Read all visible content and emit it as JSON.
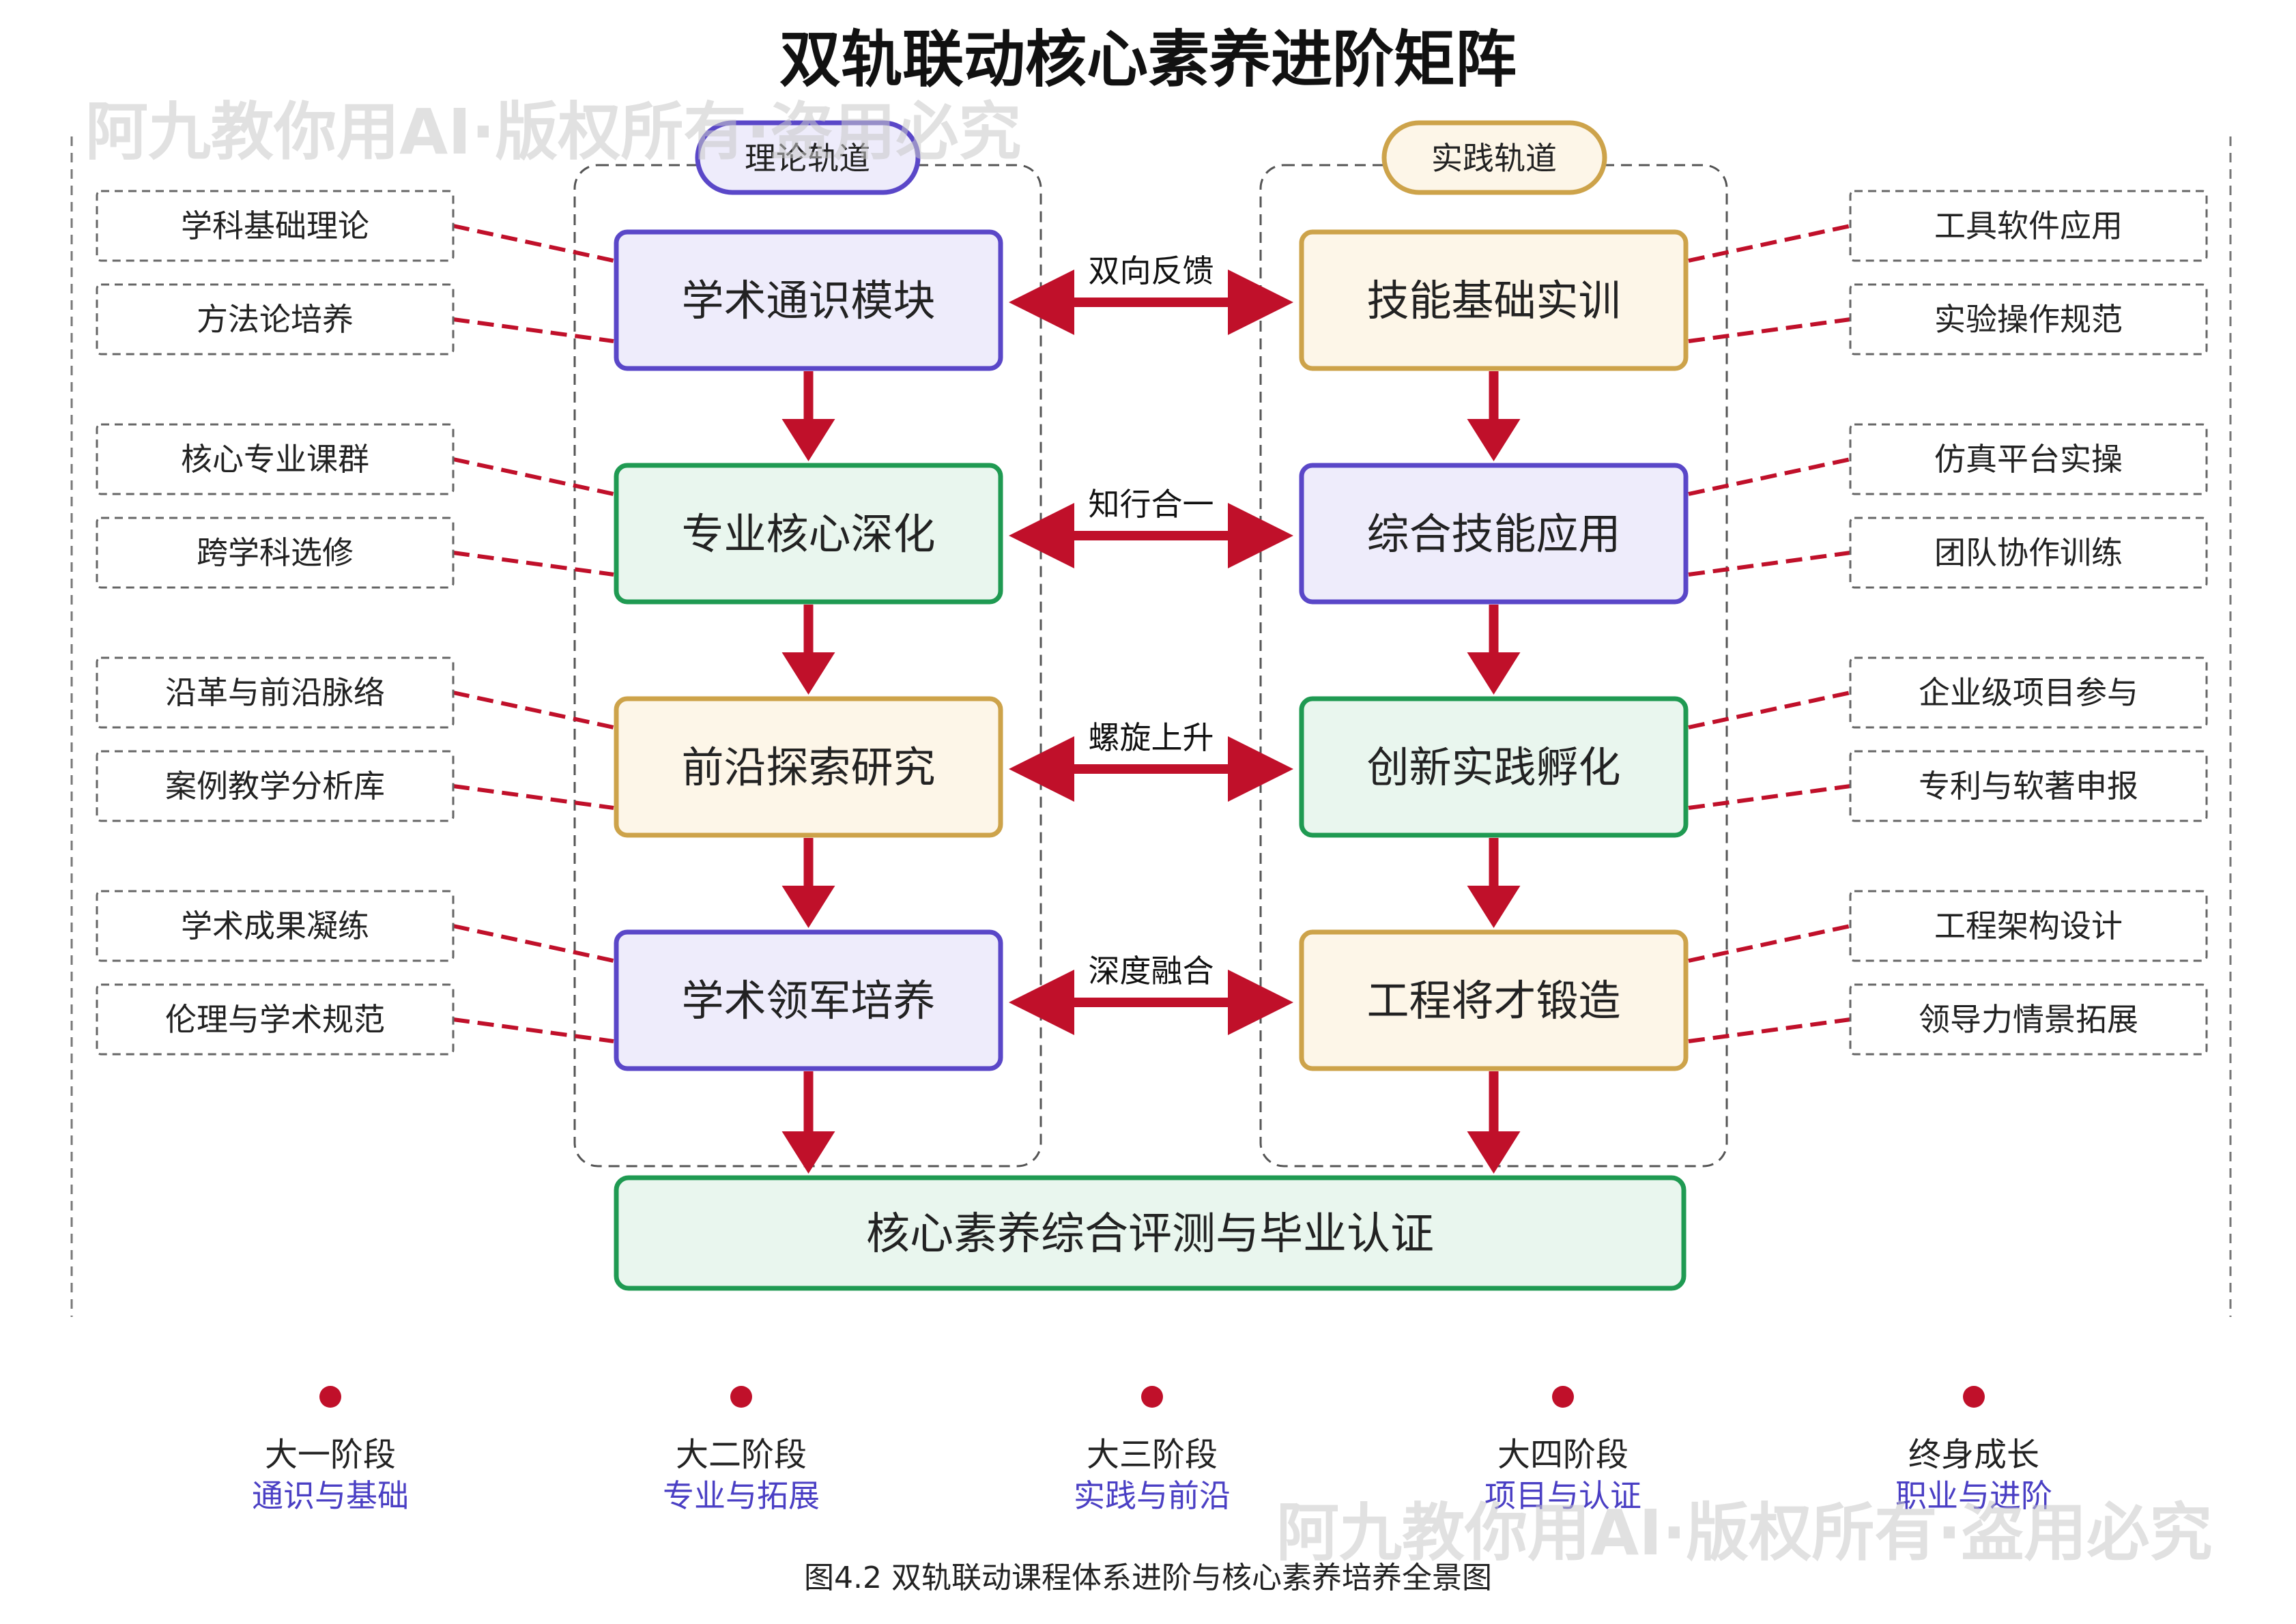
{
  "title": "双轨联动核心素养进阶矩阵",
  "watermark": "阿九教你用AI·版权所有·盗用必究",
  "colors": {
    "arrow": "#c0102a",
    "purple_border": "#5a47c8",
    "purple_fill": "#eeecfb",
    "green_border": "#1f9a52",
    "green_fill": "#e9f6ee",
    "gold_border": "#cda34a",
    "gold_fill": "#fdf6e8"
  },
  "tracks": {
    "theory": {
      "label": "理论轨道",
      "color": "purple"
    },
    "practice": {
      "label": "实践轨道",
      "color": "gold"
    }
  },
  "theory_steps": [
    {
      "label": "学术通识模块",
      "style": "purple"
    },
    {
      "label": "专业核心深化",
      "style": "green"
    },
    {
      "label": "前沿探索研究",
      "style": "gold"
    },
    {
      "label": "学术领军培养",
      "style": "purple"
    }
  ],
  "practice_steps": [
    {
      "label": "技能基础实训",
      "style": "gold"
    },
    {
      "label": "综合技能应用",
      "style": "purple"
    },
    {
      "label": "创新实践孵化",
      "style": "green"
    },
    {
      "label": "工程将才锻造",
      "style": "gold"
    }
  ],
  "links": [
    "双向反馈",
    "知行合一",
    "螺旋上升",
    "深度融合"
  ],
  "left_items": [
    [
      "学科基础理论",
      "方法论培养"
    ],
    [
      "核心专业课群",
      "跨学科选修"
    ],
    [
      "沿革与前沿脉络",
      "案例教学分析库"
    ],
    [
      "学术成果凝练",
      "伦理与学术规范"
    ]
  ],
  "right_items": [
    [
      "工具软件应用",
      "实验操作规范"
    ],
    [
      "仿真平台实操",
      "团队协作训练"
    ],
    [
      "企业级项目参与",
      "专利与软著申报"
    ],
    [
      "工程架构设计",
      "领导力情景拓展"
    ]
  ],
  "final": {
    "label": "核心素养综合评测与毕业认证",
    "style": "green"
  },
  "stages": [
    {
      "label": "大一阶段",
      "sub": "通识与基础"
    },
    {
      "label": "大二阶段",
      "sub": "专业与拓展"
    },
    {
      "label": "大三阶段",
      "sub": "实践与前沿"
    },
    {
      "label": "大四阶段",
      "sub": "项目与认证"
    },
    {
      "label": "终身成长",
      "sub": "职业与进阶"
    }
  ],
  "caption": "图4.2 双轨联动课程体系进阶与核心素养培养全景图"
}
